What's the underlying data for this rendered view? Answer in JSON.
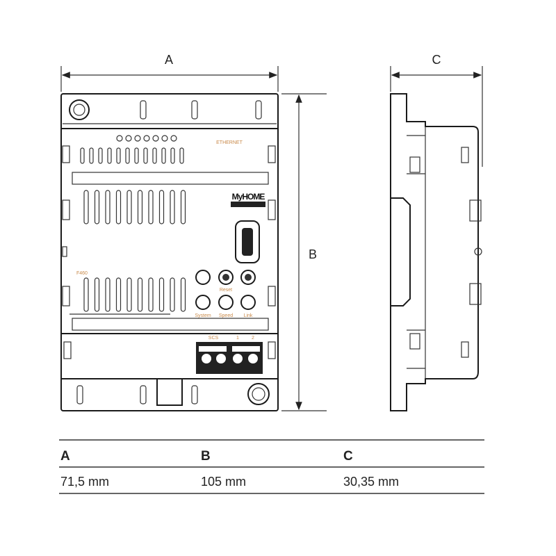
{
  "dimension_labels": {
    "a": "A",
    "b": "B",
    "c": "C"
  },
  "device": {
    "ethernet_label": "ETHERNET",
    "brand_logo": "MyHOME",
    "model_label": "F460",
    "button_labels": {
      "reset": "Reset",
      "system": "System",
      "speed": "Speed",
      "link": "Link"
    },
    "terminal_labels": {
      "scs": "SCS",
      "t1": "1",
      "t2": "2"
    }
  },
  "table": {
    "headers": [
      "A",
      "B",
      "C"
    ],
    "values": [
      "71,5 mm",
      "105 mm",
      "30,35 mm"
    ]
  }
}
